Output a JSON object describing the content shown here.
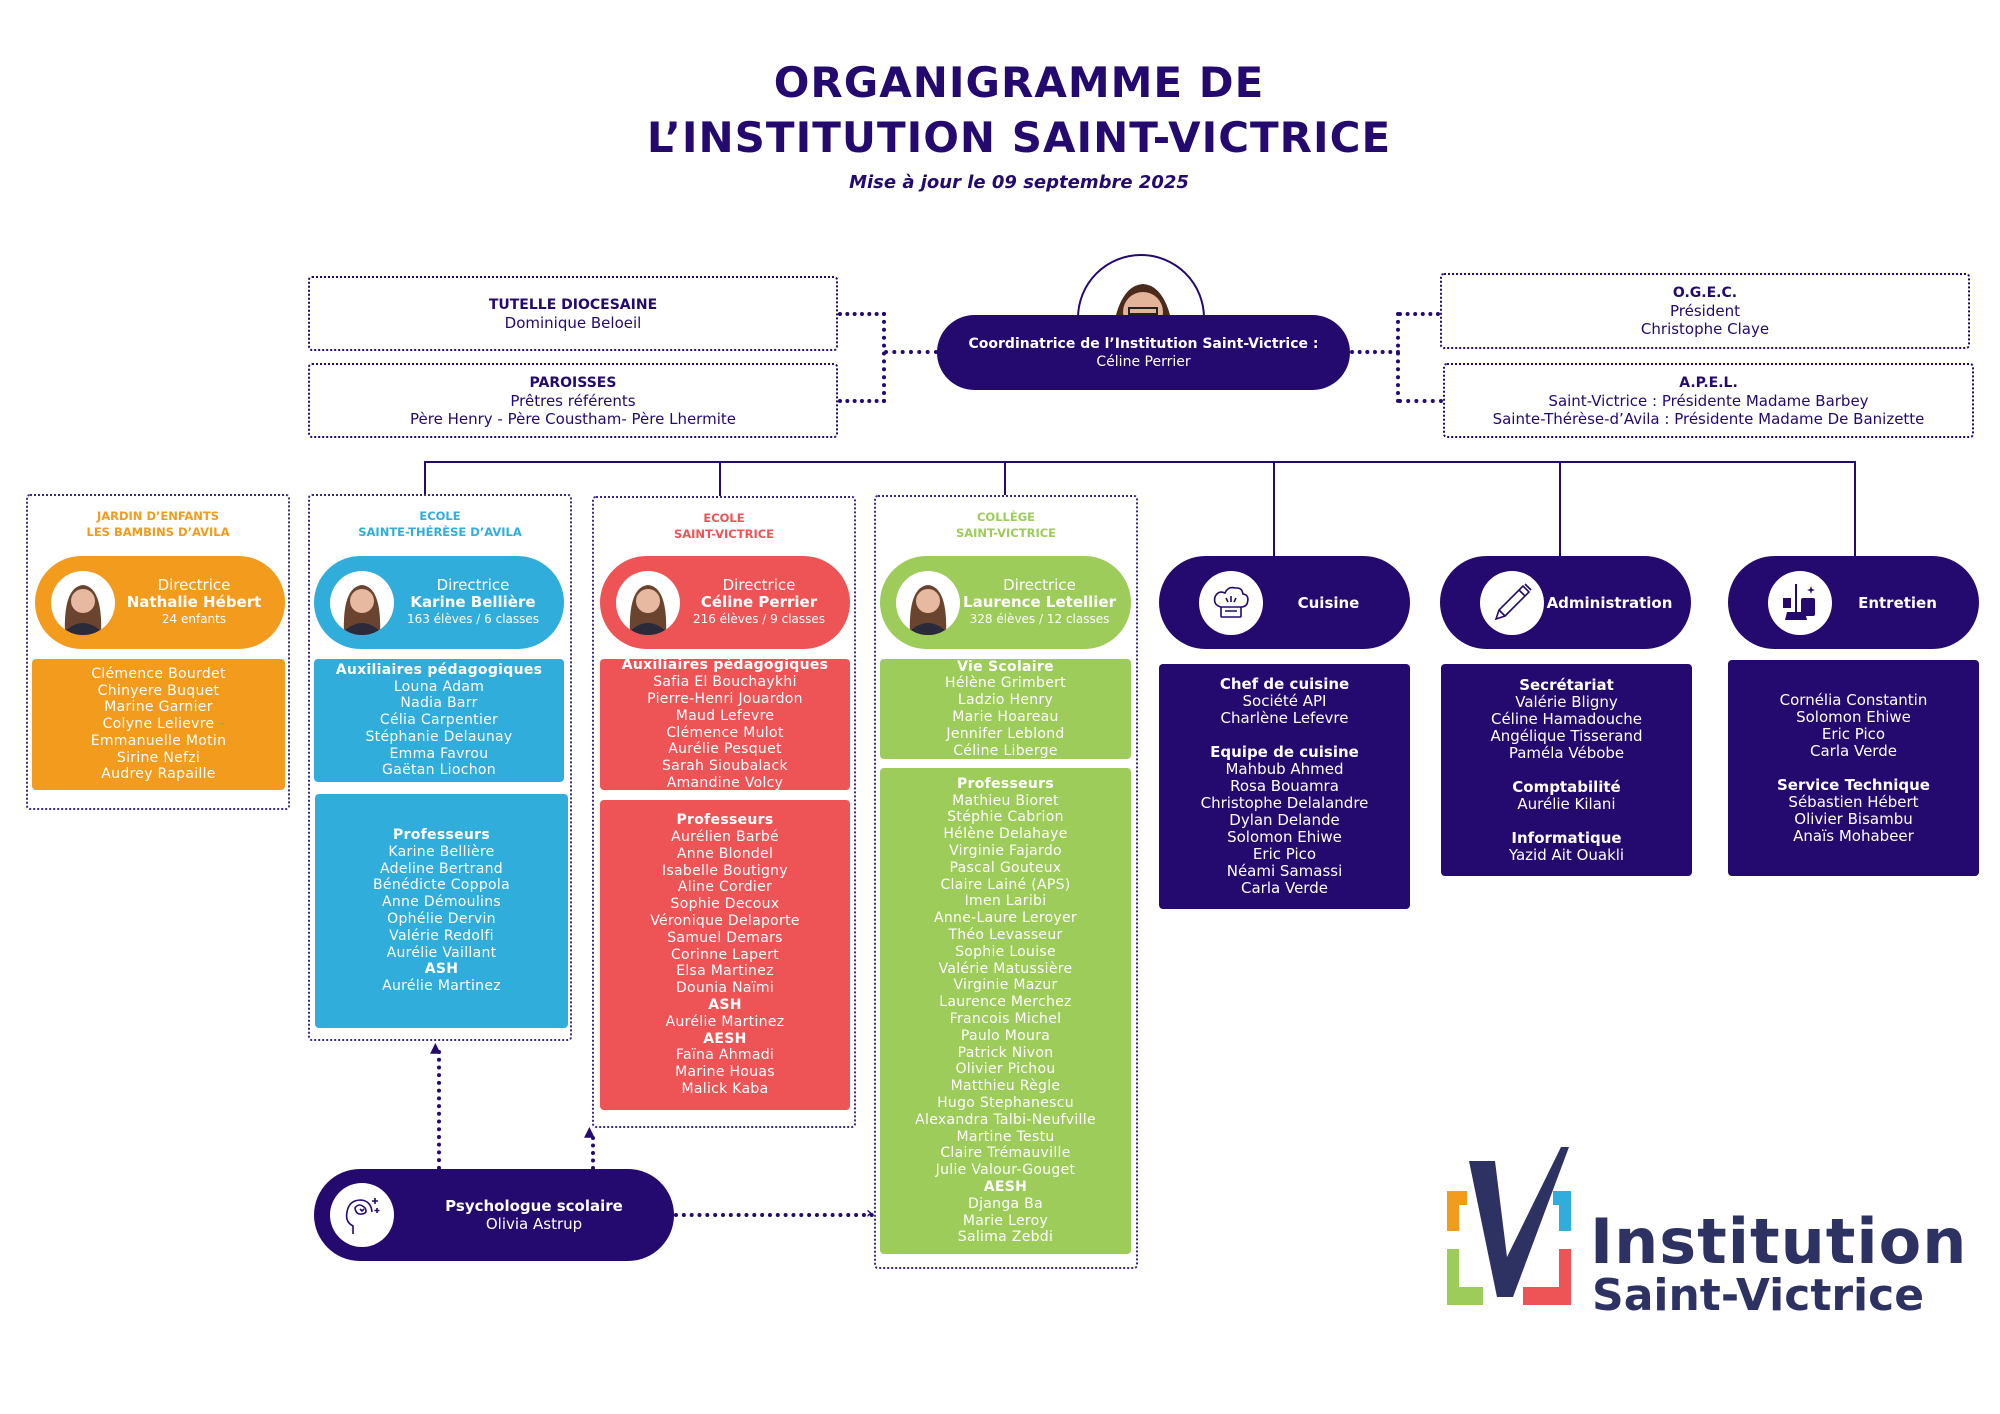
{
  "header": {
    "title_line1": "ORGANIGRAMME DE",
    "title_line2": "L’INSTITUTION SAINT-VICTRICE",
    "subtitle": "Mise à jour le 09 septembre 2025"
  },
  "coordinator": {
    "role": "Coordinatrice de l’Institution Saint-Victrice :",
    "name": "Céline Perrier"
  },
  "tutelle": {
    "title": "TUTELLE DIOCESAINE",
    "name": "Dominique Beloeil"
  },
  "paroisses": {
    "title": "PAROISSES",
    "subtitle": "Prêtres référents",
    "names": "Père Henry - Père Coustham- Père Lhermite"
  },
  "ogec": {
    "title": "O.G.E.C.",
    "role": "Président",
    "name": "Christophe Claye"
  },
  "apel": {
    "title": "A.P.E.L.",
    "line1": "Saint-Victrice : Présidente Madame Barbey",
    "line2": "Sainte-Thérèse-d’Avila : Présidente Madame De Banizette"
  },
  "schools": [
    {
      "title1": "JARDIN D’ENFANTS",
      "title2": "LES BAMBINS D’AVILA",
      "color": "#F29B1D",
      "role": "Directrice",
      "name": "Nathalie Hébert",
      "stats": "24 enfants",
      "boxes": [
        {
          "sections": [
            {
              "heading": null,
              "names": [
                "Clémence Bourdet",
                "Chinyere Buquet",
                "Marine Garnier",
                "Colyne Lelievre",
                "Emmanuelle Motin",
                "Sirine Nefzi",
                "Audrey Rapaille"
              ]
            }
          ]
        }
      ]
    },
    {
      "title1": "ECOLE",
      "title2": "SAINTE-THÉRÈSE D’AVILA",
      "color": "#31ADDC",
      "role": "Directrice",
      "name": "Karine Bellière",
      "stats": "163 élèves / 6 classes",
      "boxes": [
        {
          "sections": [
            {
              "heading": "Auxiliaires pédagogiques",
              "names": [
                "Louna Adam",
                "Nadia Barr",
                "Célia Carpentier",
                "Stéphanie Delaunay",
                "Emma Favrou",
                "Gaëtan Liochon"
              ]
            }
          ]
        },
        {
          "sections": [
            {
              "heading": "Professeurs",
              "names": [
                "Karine Bellière",
                "Adeline Bertrand",
                "Bénédicte Coppola",
                "Anne Démoulins",
                "Ophélie Dervin",
                "Valérie Redolfi",
                "Aurélie Vaillant"
              ]
            },
            {
              "heading": "ASH",
              "names": [
                "Aurélie Martinez"
              ]
            }
          ]
        }
      ]
    },
    {
      "title1": "ECOLE",
      "title2": "SAINT-VICTRICE",
      "color": "#EE5456",
      "role": "Directrice",
      "name": "Céline Perrier",
      "stats": "216 élèves / 9 classes",
      "boxes": [
        {
          "sections": [
            {
              "heading": "Auxiliaires pédagogiques",
              "names": [
                "Safia El Bouchaykhi",
                "Pierre-Henri Jouardon",
                "Maud Lefevre",
                "Clémence Mulot",
                "Aurélie Pesquet",
                "Sarah Sioubalack",
                "Amandine Volcy"
              ]
            }
          ]
        },
        {
          "sections": [
            {
              "heading": "Professeurs",
              "names": [
                "Aurélien Barbé",
                "Anne Blondel",
                "Isabelle Boutigny",
                "Aline Cordier",
                "Sophie Decoux",
                "Véronique Delaporte",
                "Samuel Demars",
                "Corinne Lapert",
                "Elsa Martinez",
                "Dounia Naïmi"
              ]
            },
            {
              "heading": "ASH",
              "names": [
                "Aurélie Martinez"
              ]
            },
            {
              "heading": "AESH",
              "names": [
                "Faïna Ahmadi",
                "Marine Houas",
                "Malick Kaba"
              ]
            }
          ]
        }
      ]
    },
    {
      "title1": "COLLÈGE",
      "title2": "SAINT-VICTRICE",
      "color": "#9DCC5B",
      "role": "Directrice",
      "name": "Laurence Letellier",
      "stats": "328 élèves / 12 classes",
      "boxes": [
        {
          "sections": [
            {
              "heading": "Vie Scolaire",
              "names": [
                "Hélène Grimbert",
                "Ladzio Henry",
                "Marie Hoareau",
                "Jennifer Leblond",
                "Céline Liberge"
              ]
            }
          ]
        },
        {
          "sections": [
            {
              "heading": "Professeurs",
              "names": [
                "Mathieu Bioret",
                "Stéphie Cabrion",
                "Hélène Delahaye",
                "Virginie Fajardo",
                "Pascal Gouteux",
                "Claire Lainé (APS)",
                "Imen Laribi",
                "Anne-Laure Leroyer",
                "Théo Levasseur",
                "Sophie Louise",
                "Valérie Matussière",
                "Virginie Mazur",
                "Laurence Merchez",
                "Francois Michel",
                "Paulo Moura",
                "Patrick Nivon",
                "Olivier Pichou",
                "Matthieu Règle",
                "Hugo Stephanescu",
                "Alexandra Talbi-Neufville",
                "Martine Testu",
                "Claire Trémauville",
                "Julie Valour-Gouget"
              ]
            },
            {
              "heading": "AESH",
              "names": [
                "Djanga Ba",
                "Marie Leroy",
                "Salima Zebdi"
              ]
            }
          ]
        }
      ]
    }
  ],
  "services": [
    {
      "label": "Cuisine",
      "icon": "chef-hat-icon",
      "sections": [
        {
          "heading": "Chef de cuisine",
          "names": [
            "Société API",
            "Charlène Lefevre"
          ]
        },
        {
          "heading": "Equipe de cuisine",
          "names": [
            "Mahbub Ahmed",
            "Rosa Bouamra",
            "Christophe Delalandre",
            "Dylan Delande",
            "Solomon Ehiwe",
            "Eric Pico",
            "Néami Samassi",
            "Carla Verde"
          ]
        }
      ]
    },
    {
      "label": "Administration",
      "icon": "pen-icon",
      "sections": [
        {
          "heading": "Secrétariat",
          "names": [
            "Valérie Bligny",
            "Céline Hamadouche",
            "Angélique Tisserand",
            "Paméla Vébobe"
          ]
        },
        {
          "heading": "Comptabilité",
          "names": [
            "Aurélie Kilani"
          ]
        },
        {
          "heading": "Informatique",
          "names": [
            "Yazid Ait Ouakli"
          ]
        }
      ]
    },
    {
      "label": "Entretien",
      "icon": "cleaning-icon",
      "sections": [
        {
          "heading": null,
          "names": [
            "Cornélia Constantin",
            "Solomon Ehiwe",
            "Eric Pico",
            "Carla Verde"
          ]
        },
        {
          "heading": "Service Technique",
          "names": [
            "Sébastien Hébert",
            "Olivier Bisambu",
            "Anaïs Mohabeer"
          ]
        }
      ]
    }
  ],
  "psychologist": {
    "role": "Psychologue scolaire",
    "name": "Olivia Astrup"
  },
  "logo": {
    "line1": "Institution",
    "line2": "Saint-Victrice"
  },
  "colors": {
    "navy": "#24096e",
    "orange": "#F29B1D",
    "blue": "#31ADDC",
    "red": "#EE5456",
    "green": "#9DCC5B"
  }
}
